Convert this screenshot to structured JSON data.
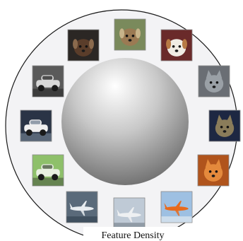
{
  "diagram": {
    "caption": "Feature Density",
    "colors": {
      "outer_ring": "#f3f3f5",
      "outer_stroke": "#1a1a1a",
      "sphere_light": "#ffffff",
      "sphere_mid": "#c8c8c8",
      "sphere_dark": "#6a6a6a"
    },
    "thumbnails": [
      {
        "name": "thumb-dog-black-tan",
        "subject": "dog",
        "palette": [
          "#2b2724",
          "#5a3d2a",
          "#8a6a4d"
        ]
      },
      {
        "name": "thumb-dog-terrier",
        "subject": "dog",
        "palette": [
          "#7a8a5c",
          "#9b7a53",
          "#c8b48a"
        ]
      },
      {
        "name": "thumb-dog-jack-russell",
        "subject": "dog",
        "palette": [
          "#6a2a2a",
          "#f0ece4",
          "#b77a45"
        ]
      },
      {
        "name": "thumb-cat-grey-tabby",
        "subject": "cat",
        "palette": [
          "#6a6e74",
          "#9aa0a6",
          "#3c4046"
        ]
      },
      {
        "name": "thumb-cat-tabby-dark",
        "subject": "cat",
        "palette": [
          "#1d2742",
          "#8a7c5a",
          "#c8b08a"
        ]
      },
      {
        "name": "thumb-cat-ginger",
        "subject": "cat",
        "palette": [
          "#b0541c",
          "#e48a3c",
          "#6e2c10"
        ]
      },
      {
        "name": "thumb-plane-orange",
        "subject": "airplane",
        "palette": [
          "#9ec0e2",
          "#e86a1c",
          "#f4f4f4"
        ]
      },
      {
        "name": "thumb-plane-white",
        "subject": "airplane",
        "palette": [
          "#bfcad6",
          "#eef0f2",
          "#6a7480"
        ]
      },
      {
        "name": "thumb-plane-small",
        "subject": "airplane",
        "palette": [
          "#5a6a7a",
          "#e8ecf0",
          "#2c3a48"
        ]
      },
      {
        "name": "thumb-car-green",
        "subject": "car",
        "palette": [
          "#8ec06a",
          "#e8f0e0",
          "#4a5a40"
        ]
      },
      {
        "name": "thumb-car-white",
        "subject": "car",
        "palette": [
          "#2a3446",
          "#f0f0f0",
          "#7a8898"
        ]
      },
      {
        "name": "thumb-car-cobra",
        "subject": "car",
        "palette": [
          "#5a5a5a",
          "#d8d8d8",
          "#2a2a2a"
        ]
      }
    ]
  }
}
